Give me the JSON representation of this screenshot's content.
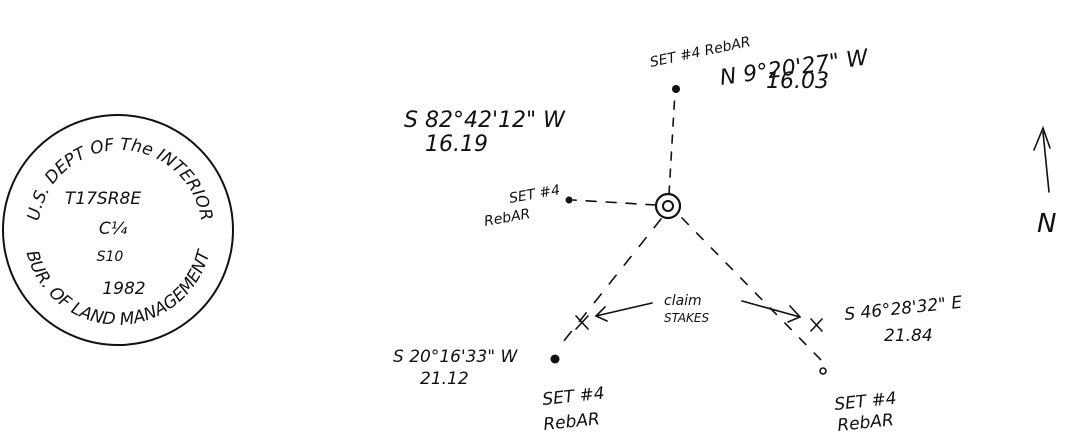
{
  "stamp": {
    "top_arc": "U.S. DEPT OF The INTERIOR",
    "bottom_arc": "BUR. OF LAND MANAGEMENT",
    "line1": "T17SR8E",
    "line2": "C¼",
    "line3": "S10",
    "line4": "1982"
  },
  "north_arrow": {
    "letter": "N"
  },
  "center_monument": {
    "type": "brass-cap"
  },
  "witness_points": {
    "north": {
      "label": "SET #4 RebAR",
      "bearing": "N 9°20'27\" W",
      "distance": "16.03"
    },
    "west": {
      "label_line1": "SET #4",
      "label_line2": "RebAR",
      "bearing": "S 82°42'12\" W",
      "distance": "16.19"
    },
    "southwest": {
      "label_line1": "SET #4",
      "label_line2": "RebAR",
      "bearing": "S 20°16'33\" W",
      "distance": "21.12"
    },
    "southeast": {
      "label_line1": "SET #4",
      "label_line2": "RebAR",
      "bearing": "S 46°28'32\" E",
      "distance": "21.84"
    }
  },
  "claim_stakes": {
    "label_line1": "claim",
    "label_line2": "STAKES"
  }
}
